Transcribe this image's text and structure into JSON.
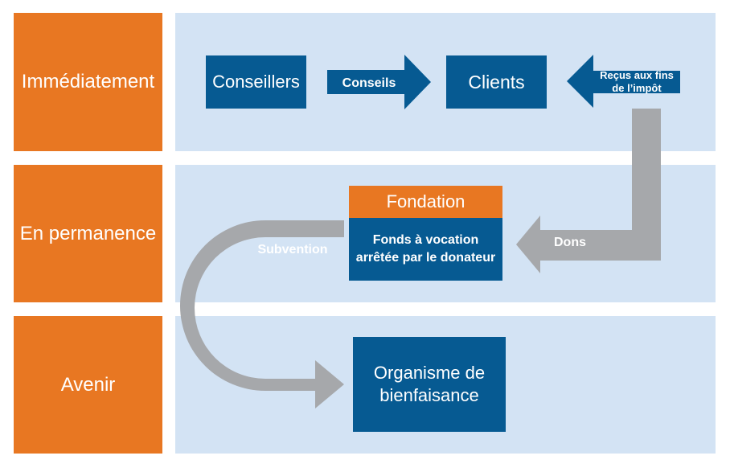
{
  "rows": {
    "immediate": "Immédiatement",
    "permanent": "En permanence",
    "future": "Avenir"
  },
  "nodes": {
    "advisors": "Conseillers",
    "clients": "Clients",
    "foundation_title": "Fondation",
    "foundation_body": "Fonds à vocation arrêtée par le donateur",
    "charity": "Organisme de bienfaisance"
  },
  "arrows": {
    "advice": "Conseils",
    "receipts_line1": "Reçus aux fins",
    "receipts_line2": "de l’impôt",
    "donations": "Dons",
    "grant": "Subvention"
  },
  "colors": {
    "orange": "#e87722",
    "blue": "#065a92",
    "band": "#d3e3f4",
    "gray_arrow": "#a6a8ab"
  }
}
